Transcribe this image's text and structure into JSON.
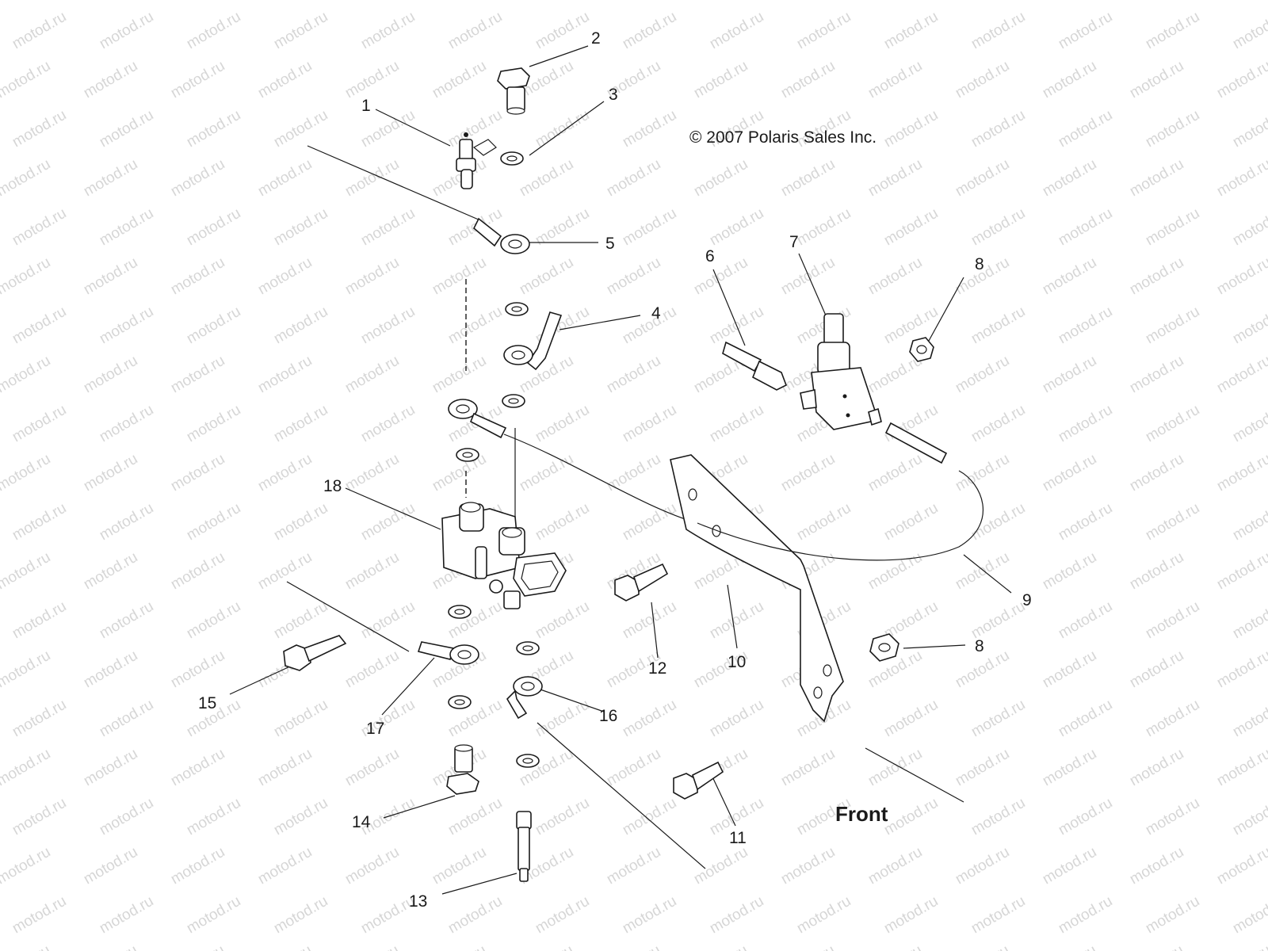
{
  "diagram": {
    "copyright": "© 2007 Polaris Sales Inc.",
    "front_label": "Front",
    "watermark": "motod.ru",
    "callouts": [
      {
        "id": "c1",
        "text": "1"
      },
      {
        "id": "c2",
        "text": "2"
      },
      {
        "id": "c3",
        "text": "3"
      },
      {
        "id": "c4",
        "text": "4"
      },
      {
        "id": "c5",
        "text": "5"
      },
      {
        "id": "c6",
        "text": "6"
      },
      {
        "id": "c7",
        "text": "7"
      },
      {
        "id": "c8a",
        "text": "8"
      },
      {
        "id": "c8b",
        "text": "8"
      },
      {
        "id": "c9",
        "text": "9"
      },
      {
        "id": "c10",
        "text": "10"
      },
      {
        "id": "c11",
        "text": "11"
      },
      {
        "id": "c12",
        "text": "12"
      },
      {
        "id": "c13",
        "text": "13"
      },
      {
        "id": "c14",
        "text": "14"
      },
      {
        "id": "c15",
        "text": "15"
      },
      {
        "id": "c16",
        "text": "16"
      },
      {
        "id": "c17",
        "text": "17"
      },
      {
        "id": "c18",
        "text": "18"
      }
    ]
  }
}
